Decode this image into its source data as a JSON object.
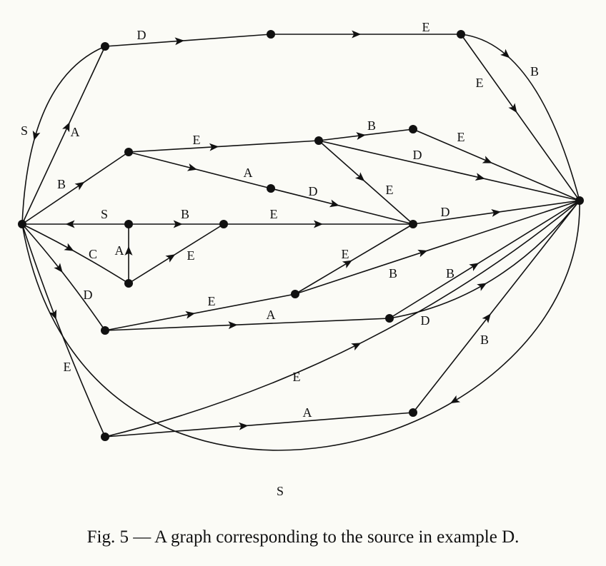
{
  "caption": "Fig. 5 — A graph corresponding to the source in example D.",
  "colors": {
    "ink": "#111111",
    "background": "#fbfbf6"
  },
  "nodes": [
    "n_left",
    "n_top1",
    "n_top2",
    "n_top3",
    "n_right",
    "n_b1",
    "n_e1",
    "n_b2",
    "n_mid_a",
    "n_s1",
    "n_b3",
    "n_e2",
    "n_a1",
    "n_e3",
    "n_d1",
    "n_a2",
    "n_e4",
    "n_a3"
  ],
  "edges": [
    {
      "from": "n_top1",
      "to": "n_top2",
      "label": "D"
    },
    {
      "from": "n_top2",
      "to": "n_top3",
      "label": "E"
    },
    {
      "from": "n_top3",
      "to": "n_right",
      "label": "B"
    },
    {
      "from": "n_top3",
      "to": "n_right",
      "label": "E"
    },
    {
      "from": "n_top1",
      "to": "n_left",
      "label": "S"
    },
    {
      "from": "n_left",
      "to": "n_top1",
      "label": "A"
    },
    {
      "from": "n_left",
      "to": "n_b1",
      "label": "B"
    },
    {
      "from": "n_b1",
      "to": "n_e1",
      "label": "E"
    },
    {
      "from": "n_b1",
      "to": "n_mid_a",
      "label": "A"
    },
    {
      "from": "n_e1",
      "to": "n_b2",
      "label": "B"
    },
    {
      "from": "n_b2",
      "to": "n_right",
      "label": "E"
    },
    {
      "from": "n_e1",
      "to": "n_right",
      "label": "D"
    },
    {
      "from": "n_mid_a",
      "to": "n_e2",
      "label": "D"
    },
    {
      "from": "n_e1",
      "to": "n_e2",
      "label": "E"
    },
    {
      "from": "n_s1",
      "to": "n_left",
      "label": "S"
    },
    {
      "from": "n_s1",
      "to": "n_b3",
      "label": "B"
    },
    {
      "from": "n_b3",
      "to": "n_e2",
      "label": "E"
    },
    {
      "from": "n_e2",
      "to": "n_right",
      "label": "D"
    },
    {
      "from": "n_left",
      "to": "n_a1",
      "label": "C"
    },
    {
      "from": "n_a1",
      "to": "n_s1",
      "label": "A"
    },
    {
      "from": "n_a1",
      "to": "n_b3",
      "label": "E"
    },
    {
      "from": "n_e3",
      "to": "n_e2",
      "label": "E"
    },
    {
      "from": "n_e3",
      "to": "n_right",
      "label": "B"
    },
    {
      "from": "n_left",
      "to": "n_d1",
      "label": "D"
    },
    {
      "from": "n_d1",
      "to": "n_e3",
      "label": "E"
    },
    {
      "from": "n_d1",
      "to": "n_a2",
      "label": "A"
    },
    {
      "from": "n_a2",
      "to": "n_right",
      "label": "B"
    },
    {
      "from": "n_a2",
      "to": "n_right",
      "label": "D"
    },
    {
      "from": "n_left",
      "to": "n_e4",
      "label": "E"
    },
    {
      "from": "n_e4",
      "to": "n_right",
      "label": "E"
    },
    {
      "from": "n_e4",
      "to": "n_a3",
      "label": "A"
    },
    {
      "from": "n_a3",
      "to": "n_right",
      "label": "B"
    },
    {
      "from": "n_right",
      "to": "n_left",
      "label": "S"
    }
  ]
}
